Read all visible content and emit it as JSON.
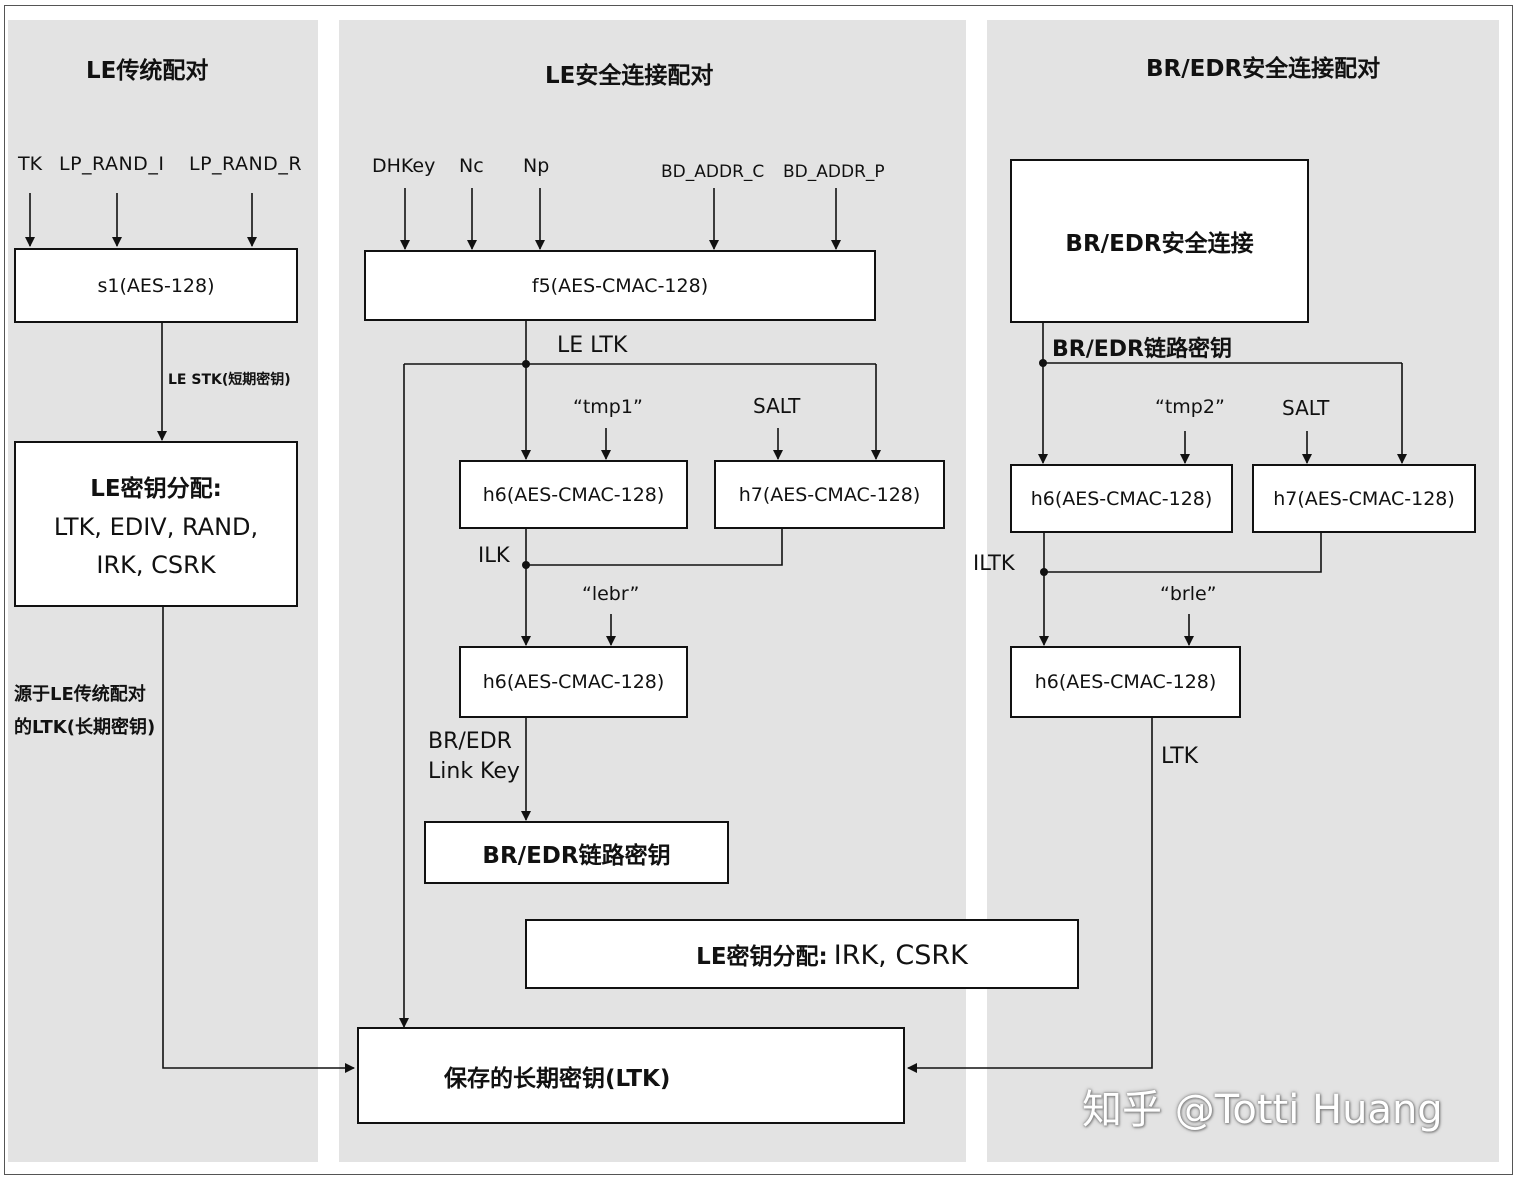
{
  "columns": {
    "legacy": {
      "title": "LE传统配对"
    },
    "secure": {
      "title": "LE安全连接配对"
    },
    "bredr": {
      "title": "BR/EDR安全连接配对"
    }
  },
  "legacy": {
    "inputs": [
      "TK",
      "LP_RAND_I",
      "LP_RAND_R"
    ],
    "s1_box": "s1(AES-128)",
    "stk_label": "LE STK(短期密钥)",
    "keydist_title": "LE密钥分配:",
    "keydist_line1": "LTK, EDIV, RAND,",
    "keydist_line2": "IRK, CSRK",
    "ltk_source_line1": "源于LE传统配对",
    "ltk_source_line2": "的LTK(长期密钥)"
  },
  "secure": {
    "inputs": [
      "DHKey",
      "Nc",
      "Np",
      "BD_ADDR_C",
      "BD_ADDR_P"
    ],
    "f5_box": "f5(AES-CMAC-128)",
    "le_ltk_label": "LE LTK",
    "tmp1_label": "“tmp1”",
    "salt_label": "SALT",
    "h6_box": "h6(AES-CMAC-128)",
    "h7_box": "h7(AES-CMAC-128)",
    "ilk_label": "ILK",
    "lebr_label": "“lebr”",
    "h6_box_2": "h6(AES-CMAC-128)",
    "link_key_line1": "BR/EDR",
    "link_key_line2": "Link Key",
    "link_key_box": "BR/EDR链路密钥",
    "keydist_title": "LE密钥分配:",
    "keydist_keys": "IRK, CSRK",
    "stored_ltk_box": "保存的长期密钥(LTK)"
  },
  "bredr": {
    "sc_box": "BR/EDR安全连接",
    "link_key_label": "BR/EDR链路密钥",
    "tmp2_label": "“tmp2”",
    "salt_label": "SALT",
    "h6_box": "h6(AES-CMAC-128)",
    "h7_box": "h7(AES-CMAC-128)",
    "iltk_label": "ILTK",
    "brle_label": "“brle”",
    "h6_box_2": "h6(AES-CMAC-128)",
    "ltk_label": "LTK"
  },
  "watermark": "知乎 @Totti Huang"
}
